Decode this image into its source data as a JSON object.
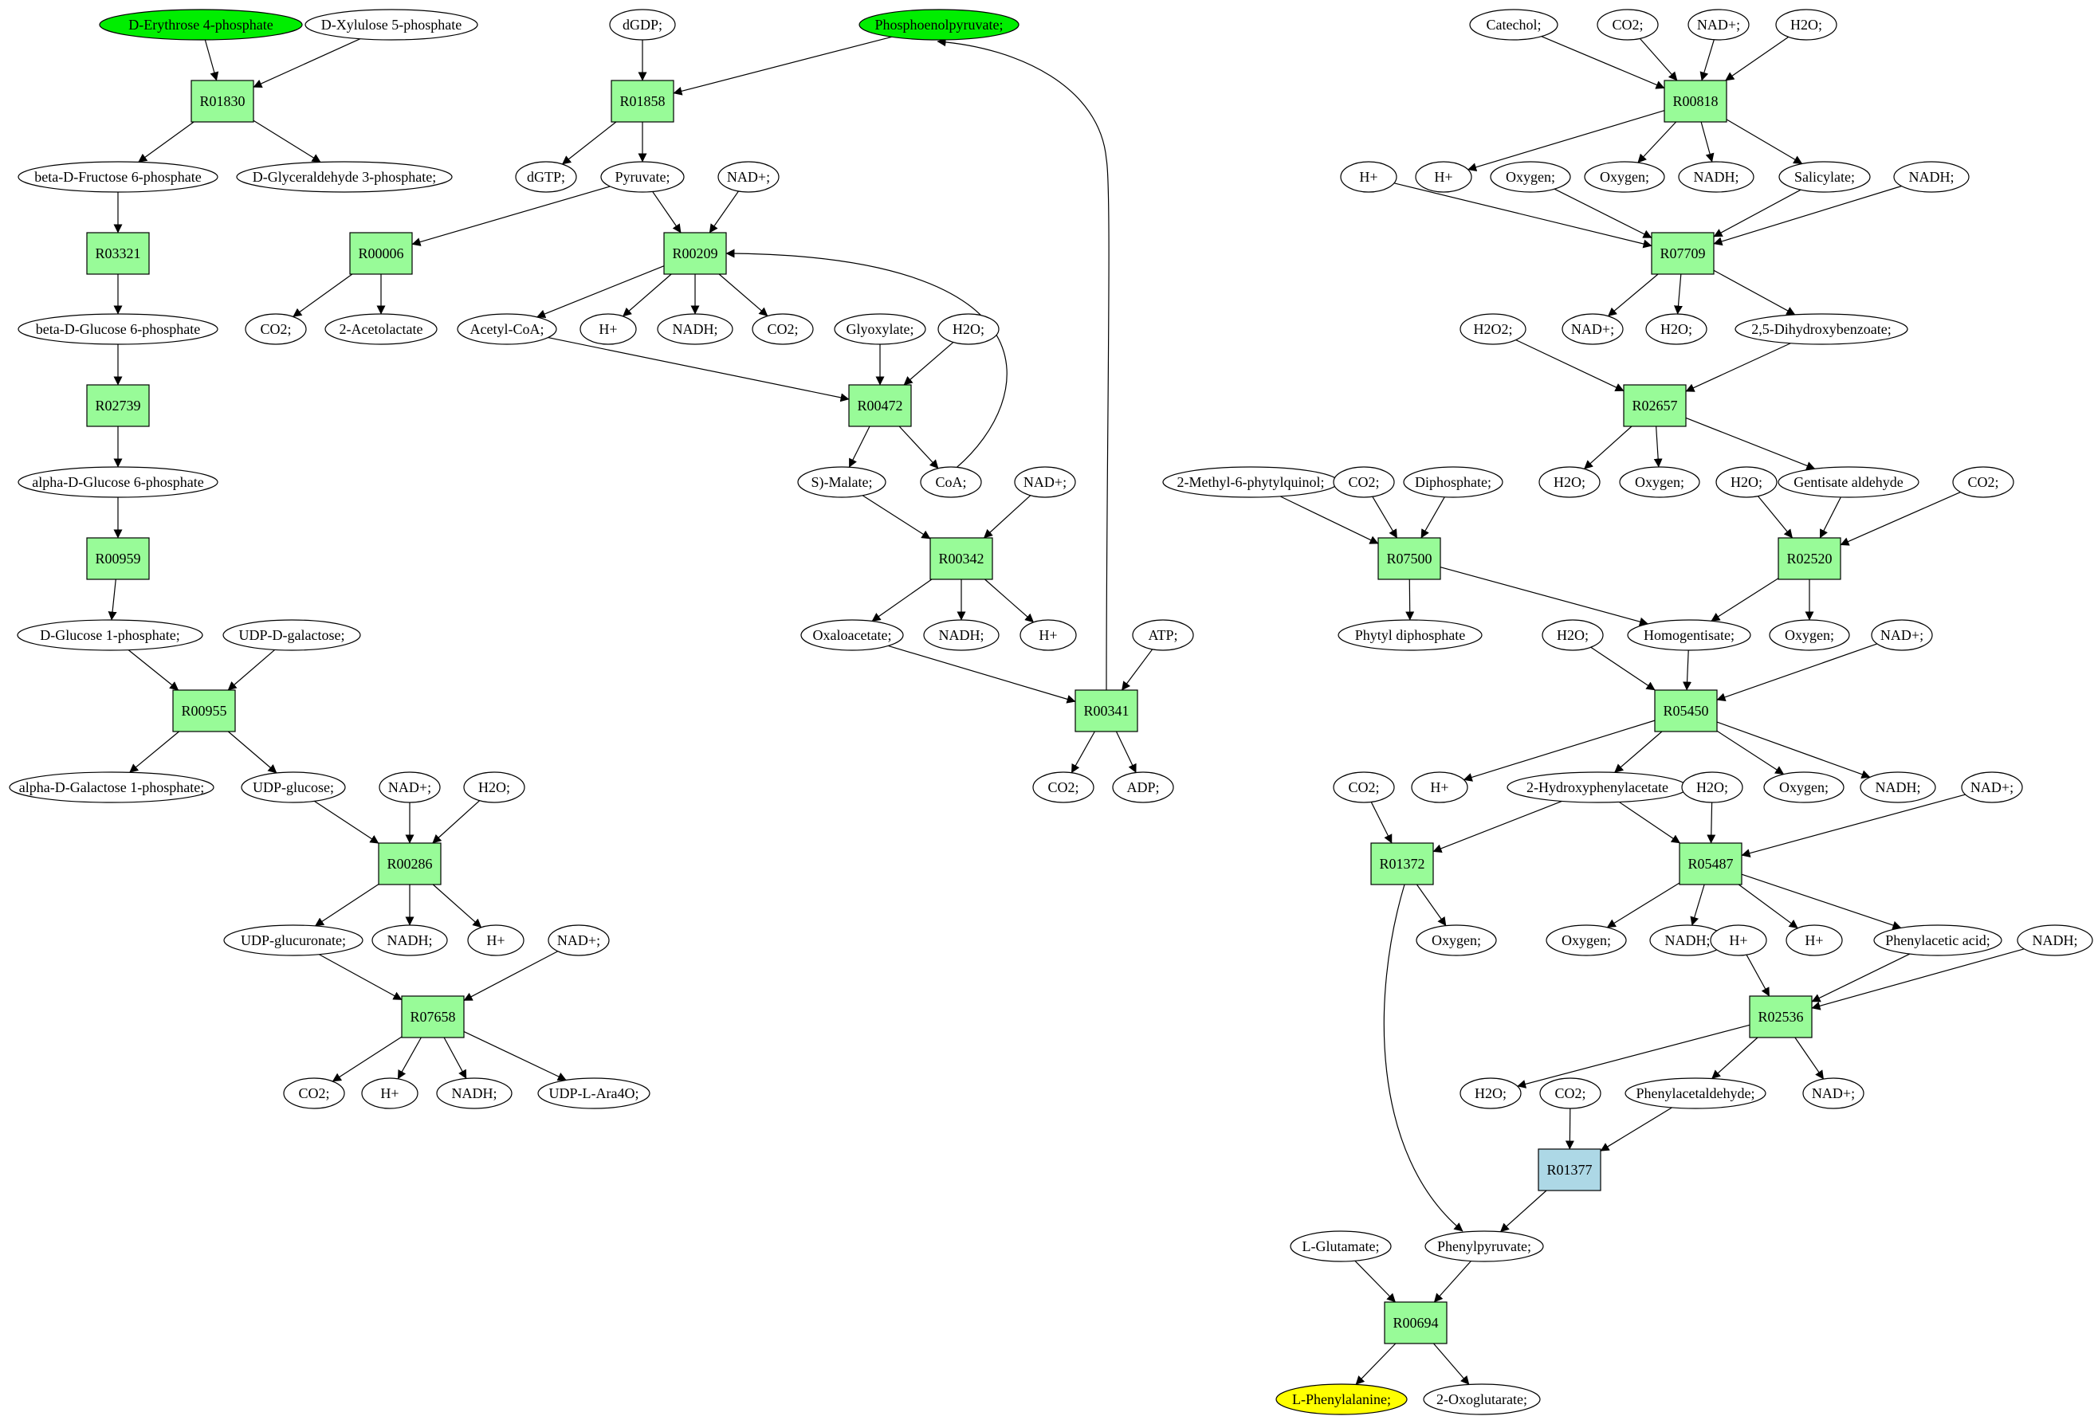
{
  "colors": {
    "reaction_fill": "#98fb98",
    "reaction_highlight_fill": "#add8e6",
    "source_fill": "#00ee00",
    "target_fill": "#ffff00",
    "metabolite_fill": "#ffffff",
    "stroke": "#000000"
  },
  "reactions": [
    {
      "id": "R01830",
      "label": "R01830"
    },
    {
      "id": "R03321",
      "label": "R03321"
    },
    {
      "id": "R02739",
      "label": "R02739"
    },
    {
      "id": "R00959",
      "label": "R00959"
    },
    {
      "id": "R00955",
      "label": "R00955"
    },
    {
      "id": "R00286",
      "label": "R00286"
    },
    {
      "id": "R07658",
      "label": "R07658"
    },
    {
      "id": "R01858",
      "label": "R01858"
    },
    {
      "id": "R00006",
      "label": "R00006"
    },
    {
      "id": "R00209",
      "label": "R00209"
    },
    {
      "id": "R00472",
      "label": "R00472"
    },
    {
      "id": "R00342",
      "label": "R00342"
    },
    {
      "id": "R00341",
      "label": "R00341"
    },
    {
      "id": "R00818",
      "label": "R00818"
    },
    {
      "id": "R07709",
      "label": "R07709"
    },
    {
      "id": "R02657",
      "label": "R02657"
    },
    {
      "id": "R07500",
      "label": "R07500"
    },
    {
      "id": "R02520",
      "label": "R02520"
    },
    {
      "id": "R05450",
      "label": "R05450"
    },
    {
      "id": "R01372",
      "label": "R01372"
    },
    {
      "id": "R05487",
      "label": "R05487"
    },
    {
      "id": "R02536",
      "label": "R02536"
    },
    {
      "id": "R01377",
      "label": "R01377",
      "highlight": true
    },
    {
      "id": "R00694",
      "label": "R00694"
    }
  ],
  "metabolites": [
    {
      "id": "e4p",
      "label": "D-Erythrose 4-phosphate",
      "role": "source"
    },
    {
      "id": "x5p",
      "label": "D-Xylulose 5-phosphate"
    },
    {
      "id": "bf6p",
      "label": "beta-D-Fructose 6-phosphate"
    },
    {
      "id": "g3p",
      "label": "D-Glyceraldehyde 3-phosphate;"
    },
    {
      "id": "bg6p",
      "label": "beta-D-Glucose 6-phosphate"
    },
    {
      "id": "ag6p",
      "label": "alpha-D-Glucose 6-phosphate"
    },
    {
      "id": "g1p",
      "label": "D-Glucose 1-phosphate;"
    },
    {
      "id": "udpgal",
      "label": "UDP-D-galactose;"
    },
    {
      "id": "agal1p",
      "label": "alpha-D-Galactose 1-phosphate;"
    },
    {
      "id": "udpglc",
      "label": "UDP-glucose;"
    },
    {
      "id": "nad_a",
      "label": "NAD+;"
    },
    {
      "id": "h2o_a",
      "label": "H2O;"
    },
    {
      "id": "udpglcA",
      "label": "UDP-glucuronate;"
    },
    {
      "id": "nadh_a",
      "label": "NADH;"
    },
    {
      "id": "h_a",
      "label": "H+"
    },
    {
      "id": "nad_b",
      "label": "NAD+;"
    },
    {
      "id": "co2_a",
      "label": "CO2;"
    },
    {
      "id": "h_b",
      "label": "H+"
    },
    {
      "id": "nadh_b",
      "label": "NADH;"
    },
    {
      "id": "udpara",
      "label": "UDP-L-Ara4O;"
    },
    {
      "id": "dgdp",
      "label": "dGDP;"
    },
    {
      "id": "pep",
      "label": "Phosphoenolpyruvate;",
      "role": "source"
    },
    {
      "id": "dgtp",
      "label": "dGTP;"
    },
    {
      "id": "pyr",
      "label": "Pyruvate;"
    },
    {
      "id": "nad_c",
      "label": "NAD+;"
    },
    {
      "id": "co2_b",
      "label": "CO2;"
    },
    {
      "id": "acetolac",
      "label": "2-Acetolactate"
    },
    {
      "id": "accoa",
      "label": "Acetyl-CoA;"
    },
    {
      "id": "h_c",
      "label": "H+"
    },
    {
      "id": "nadh_c",
      "label": "NADH;"
    },
    {
      "id": "co2_c",
      "label": "CO2;"
    },
    {
      "id": "glyox",
      "label": "Glyoxylate;"
    },
    {
      "id": "h2o_b",
      "label": "H2O;"
    },
    {
      "id": "smal",
      "label": "S)-Malate;"
    },
    {
      "id": "coa",
      "label": "CoA;"
    },
    {
      "id": "nad_d",
      "label": "NAD+;"
    },
    {
      "id": "oaa",
      "label": "Oxaloacetate;"
    },
    {
      "id": "nadh_d",
      "label": "NADH;"
    },
    {
      "id": "h_d",
      "label": "H+"
    },
    {
      "id": "atp",
      "label": "ATP;"
    },
    {
      "id": "co2_d",
      "label": "CO2;"
    },
    {
      "id": "adp",
      "label": "ADP;"
    },
    {
      "id": "catechol",
      "label": "Catechol;"
    },
    {
      "id": "co2_e",
      "label": "CO2;"
    },
    {
      "id": "nad_e",
      "label": "NAD+;"
    },
    {
      "id": "h2o_c",
      "label": "H2O;"
    },
    {
      "id": "h_e",
      "label": "H+"
    },
    {
      "id": "h_f",
      "label": "H+"
    },
    {
      "id": "oxy_a",
      "label": "Oxygen;"
    },
    {
      "id": "oxy_b",
      "label": "Oxygen;"
    },
    {
      "id": "nadh_e",
      "label": "NADH;"
    },
    {
      "id": "salic",
      "label": "Salicylate;"
    },
    {
      "id": "nadh_f",
      "label": "NADH;"
    },
    {
      "id": "nad_f",
      "label": "NAD+;"
    },
    {
      "id": "h2o_d",
      "label": "H2O;"
    },
    {
      "id": "dhb",
      "label": "2,5-Dihydroxybenzoate;"
    },
    {
      "id": "h2o2",
      "label": "H2O2;"
    },
    {
      "id": "h2o_e",
      "label": "H2O;"
    },
    {
      "id": "oxy_c",
      "label": "Oxygen;"
    },
    {
      "id": "mpq",
      "label": "2-Methyl-6-phytylquinol;"
    },
    {
      "id": "co2_f",
      "label": "CO2;"
    },
    {
      "id": "dipho",
      "label": "Diphosphate;"
    },
    {
      "id": "h2o_f",
      "label": "H2O;"
    },
    {
      "id": "gentald",
      "label": "Gentisate aldehyde"
    },
    {
      "id": "co2_g",
      "label": "CO2;"
    },
    {
      "id": "phytyl",
      "label": "Phytyl diphosphate"
    },
    {
      "id": "h2o_g",
      "label": "H2O;"
    },
    {
      "id": "homog",
      "label": "Homogentisate;"
    },
    {
      "id": "oxy_d",
      "label": "Oxygen;"
    },
    {
      "id": "nad_g",
      "label": "NAD+;"
    },
    {
      "id": "co2_h",
      "label": "CO2;"
    },
    {
      "id": "h_g",
      "label": "H+"
    },
    {
      "id": "hpa",
      "label": "2-Hydroxyphenylacetate"
    },
    {
      "id": "h2o_h",
      "label": "H2O;"
    },
    {
      "id": "oxy_e",
      "label": "Oxygen;"
    },
    {
      "id": "nadh_g",
      "label": "NADH;"
    },
    {
      "id": "nad_h",
      "label": "NAD+;"
    },
    {
      "id": "oxy_f",
      "label": "Oxygen;"
    },
    {
      "id": "oxy_g",
      "label": "Oxygen;"
    },
    {
      "id": "nadh_h",
      "label": "NADH;"
    },
    {
      "id": "h_h",
      "label": "H+"
    },
    {
      "id": "h_i",
      "label": "H+"
    },
    {
      "id": "phacet",
      "label": "Phenylacetic acid;"
    },
    {
      "id": "nadh_i",
      "label": "NADH;"
    },
    {
      "id": "h2o_i",
      "label": "H2O;"
    },
    {
      "id": "co2_i",
      "label": "CO2;"
    },
    {
      "id": "phald",
      "label": "Phenylacetaldehyde;"
    },
    {
      "id": "nad_i",
      "label": "NAD+;"
    },
    {
      "id": "lglu",
      "label": "L-Glutamate;"
    },
    {
      "id": "phpyr",
      "label": "Phenylpyruvate;"
    },
    {
      "id": "lphe",
      "label": "L-Phenylalanine;",
      "role": "target"
    },
    {
      "id": "oxoglu",
      "label": "2-Oxoglutarate;"
    }
  ],
  "edges": [
    [
      "e4p",
      "R01830"
    ],
    [
      "x5p",
      "R01830"
    ],
    [
      "R01830",
      "bf6p"
    ],
    [
      "R01830",
      "g3p"
    ],
    [
      "bf6p",
      "R03321"
    ],
    [
      "R03321",
      "bg6p"
    ],
    [
      "bg6p",
      "R02739"
    ],
    [
      "R02739",
      "ag6p"
    ],
    [
      "ag6p",
      "R00959"
    ],
    [
      "R00959",
      "g1p"
    ],
    [
      "g1p",
      "R00955"
    ],
    [
      "udpgal",
      "R00955"
    ],
    [
      "R00955",
      "agal1p"
    ],
    [
      "R00955",
      "udpglc"
    ],
    [
      "udpglc",
      "R00286"
    ],
    [
      "nad_a",
      "R00286"
    ],
    [
      "h2o_a",
      "R00286"
    ],
    [
      "R00286",
      "udpglcA"
    ],
    [
      "R00286",
      "nadh_a"
    ],
    [
      "R00286",
      "h_a"
    ],
    [
      "udpglcA",
      "R07658"
    ],
    [
      "nad_b",
      "R07658"
    ],
    [
      "R07658",
      "co2_a"
    ],
    [
      "R07658",
      "h_b"
    ],
    [
      "R07658",
      "nadh_b"
    ],
    [
      "R07658",
      "udpara"
    ],
    [
      "dgdp",
      "R01858"
    ],
    [
      "pep",
      "R01858"
    ],
    [
      "R01858",
      "dgtp"
    ],
    [
      "R01858",
      "pyr"
    ],
    [
      "pyr",
      "R00006"
    ],
    [
      "R00006",
      "co2_b"
    ],
    [
      "R00006",
      "acetolac"
    ],
    [
      "pyr",
      "R00209"
    ],
    [
      "nad_c",
      "R00209"
    ],
    [
      "R00209",
      "accoa"
    ],
    [
      "R00209",
      "h_c"
    ],
    [
      "R00209",
      "nadh_c"
    ],
    [
      "R00209",
      "co2_c"
    ],
    [
      "accoa",
      "R00472"
    ],
    [
      "glyox",
      "R00472"
    ],
    [
      "h2o_b",
      "R00472"
    ],
    [
      "R00472",
      "smal"
    ],
    [
      "R00472",
      "coa"
    ],
    [
      "coa",
      "R00209"
    ],
    [
      "smal",
      "R00342"
    ],
    [
      "nad_d",
      "R00342"
    ],
    [
      "R00342",
      "oaa"
    ],
    [
      "R00342",
      "nadh_d"
    ],
    [
      "R00342",
      "h_d"
    ],
    [
      "oaa",
      "R00341"
    ],
    [
      "atp",
      "R00341"
    ],
    [
      "R00341",
      "co2_d"
    ],
    [
      "R00341",
      "adp"
    ],
    [
      "R00341",
      "pep"
    ],
    [
      "catechol",
      "R00818"
    ],
    [
      "co2_e",
      "R00818"
    ],
    [
      "nad_e",
      "R00818"
    ],
    [
      "h2o_c",
      "R00818"
    ],
    [
      "R00818",
      "h_f"
    ],
    [
      "R00818",
      "oxy_b"
    ],
    [
      "R00818",
      "nadh_e"
    ],
    [
      "R00818",
      "salic"
    ],
    [
      "h_e",
      "R07709"
    ],
    [
      "oxy_a",
      "R07709"
    ],
    [
      "salic",
      "R07709"
    ],
    [
      "nadh_f",
      "R07709"
    ],
    [
      "R07709",
      "nad_f"
    ],
    [
      "R07709",
      "h2o_d"
    ],
    [
      "R07709",
      "dhb"
    ],
    [
      "h2o2",
      "R02657"
    ],
    [
      "dhb",
      "R02657"
    ],
    [
      "R02657",
      "h2o_e"
    ],
    [
      "R02657",
      "oxy_c"
    ],
    [
      "R02657",
      "gentald"
    ],
    [
      "mpq",
      "R07500"
    ],
    [
      "co2_f",
      "R07500"
    ],
    [
      "dipho",
      "R07500"
    ],
    [
      "R07500",
      "phytyl"
    ],
    [
      "R07500",
      "homog"
    ],
    [
      "h2o_f",
      "R02520"
    ],
    [
      "gentald",
      "R02520"
    ],
    [
      "co2_g",
      "R02520"
    ],
    [
      "R02520",
      "homog"
    ],
    [
      "R02520",
      "oxy_d"
    ],
    [
      "h2o_g",
      "R05450"
    ],
    [
      "homog",
      "R05450"
    ],
    [
      "nad_g",
      "R05450"
    ],
    [
      "R05450",
      "h_g"
    ],
    [
      "R05450",
      "hpa"
    ],
    [
      "R05450",
      "oxy_e"
    ],
    [
      "R05450",
      "nadh_g"
    ],
    [
      "co2_h",
      "R01372"
    ],
    [
      "hpa",
      "R01372"
    ],
    [
      "R01372",
      "oxy_f"
    ],
    [
      "R01372",
      "phpyr"
    ],
    [
      "hpa",
      "R05487"
    ],
    [
      "h2o_h",
      "R05487"
    ],
    [
      "nad_h",
      "R05487"
    ],
    [
      "R05487",
      "oxy_g"
    ],
    [
      "R05487",
      "nadh_h"
    ],
    [
      "R05487",
      "h_i"
    ],
    [
      "R05487",
      "phacet"
    ],
    [
      "h_h",
      "R02536"
    ],
    [
      "phacet",
      "R02536"
    ],
    [
      "nadh_i",
      "R02536"
    ],
    [
      "R02536",
      "h2o_i"
    ],
    [
      "R02536",
      "phald"
    ],
    [
      "R02536",
      "nad_i"
    ],
    [
      "co2_i",
      "R01377"
    ],
    [
      "phald",
      "R01377"
    ],
    [
      "R01377",
      "phpyr"
    ],
    [
      "lglu",
      "R00694"
    ],
    [
      "phpyr",
      "R00694"
    ],
    [
      "R00694",
      "lphe"
    ],
    [
      "R00694",
      "oxoglu"
    ]
  ]
}
